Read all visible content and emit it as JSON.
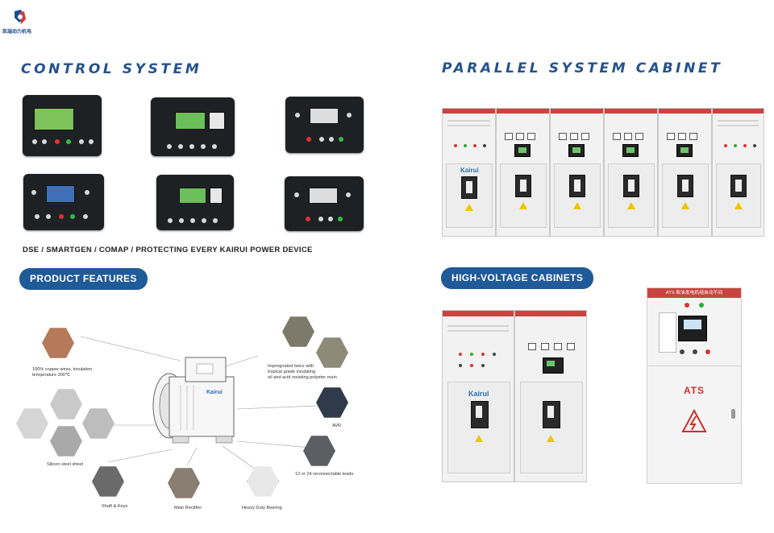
{
  "logo": {
    "text": "凯瑞动力机电",
    "icon": "kairui-logo-icon",
    "colors": {
      "red": "#d33a3a",
      "blue": "#1c4f8f"
    }
  },
  "sections": {
    "control_title": "CONTROL SYSTEM",
    "parallel_title": "PARALLEL SYSTEM CABINET",
    "control_caption": "DSE / SMARTGEN / COMAP / PROTECTING EVERY KAIRUI POWER DEVICE",
    "features_pill": "PRODUCT FEATURES",
    "hv_pill": "HIGH-VOLTAGE CABINETS"
  },
  "cabinet": {
    "brand": "Kairui",
    "ats_label": "ATS",
    "ats_header": "ATS 柴油发电机组自动不间"
  },
  "features": {
    "copper": "100% copper wires, insulation temperature 200℃",
    "impregnated": "Impregnated twice with tropical grade insulating oil and acid resisting polyeter resin",
    "avr": "AVR",
    "silicon": "Silicon steel sheet",
    "leads": "12 or 24 reconnectable leads",
    "shaft": "Shaft & Keys",
    "rectifier": "Main Rectifier",
    "bearing": "Heavy Duty Bearing",
    "gen_brand": "Kairui"
  },
  "colors": {
    "title": "#24528d",
    "pill": "#1f5a99",
    "cabinet_header": "#c8453f"
  }
}
